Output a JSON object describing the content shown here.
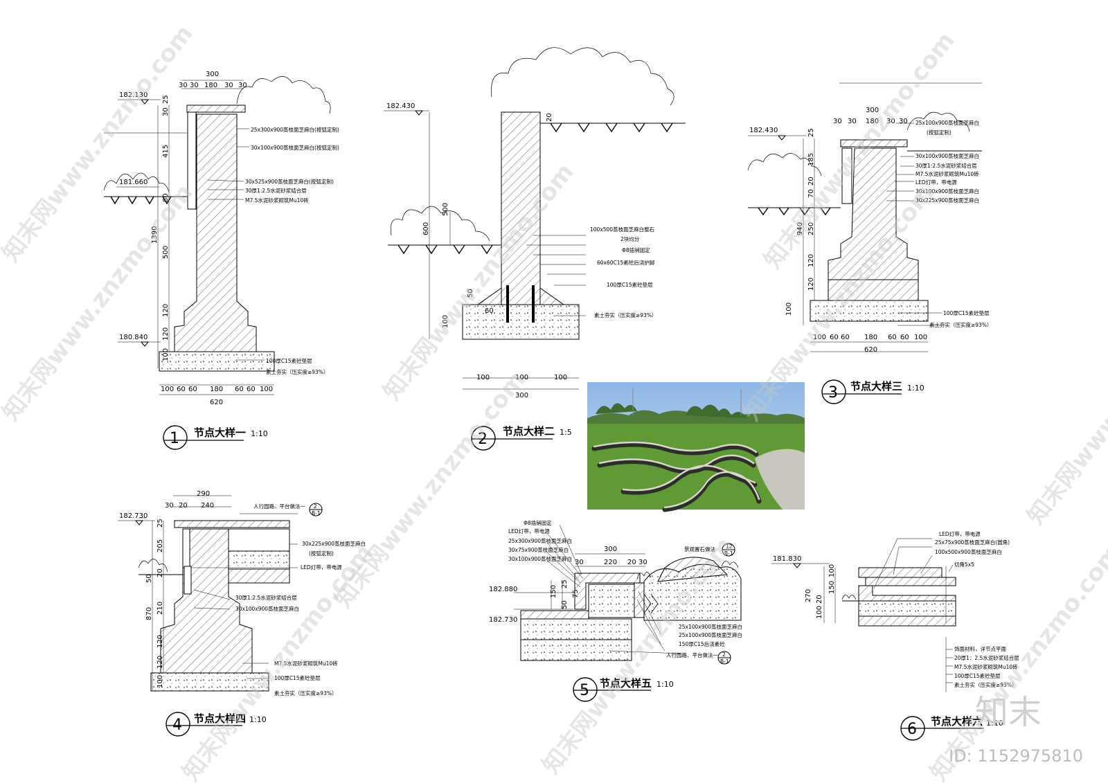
{
  "details": [
    {
      "number": "1",
      "title": "节点大样一",
      "scale": "1:10",
      "elevations": [
        "182.130",
        "181.660",
        "180.840"
      ],
      "dims_top": [
        "300",
        "30",
        "30",
        "180",
        "30",
        "30"
      ],
      "dims_vertical": [
        "25",
        "30",
        "415",
        "80",
        "1390",
        "500",
        "120",
        "120",
        "100"
      ],
      "dims_bottom": [
        "100",
        "60",
        "60",
        "180",
        "60",
        "60",
        "100",
        "620"
      ],
      "notes": [
        "25x300x900蒸枝面芝麻白(按弧定制)",
        "30x100x900蒸枝面芝麻白(按弧定制)",
        "30x525x900蒸枝面芝麻白(按弧定制)",
        "30厚1:2.5水泥砂浆结合层",
        "M7.5水泥砂浆砌筑Mu10砖",
        "100厚C15素砼垫层",
        "素土夯实（压实度≥93%）"
      ]
    },
    {
      "number": "2",
      "title": "节点大样二",
      "scale": "1:5",
      "elevations": [
        "182.430"
      ],
      "dims_vertical": [
        "20",
        "500",
        "600",
        "50",
        "100"
      ],
      "dims_inner": [
        "60"
      ],
      "dims_bottom": [
        "100",
        "100",
        "100",
        "300"
      ],
      "notes": [
        "100x500蒸枝面芝麻白整石",
        "2块均分",
        "Φ8插销固定",
        "60x60C15素砼后浇护脚",
        "100厚C15素砼垫层",
        "素土夯实（压实度≥93%）"
      ]
    },
    {
      "number": "3",
      "title": "节点大样三",
      "scale": "1:10",
      "elevations": [
        "182.430"
      ],
      "dims_top": [
        "300",
        "30",
        "30",
        "180",
        "30",
        "30"
      ],
      "dims_vertical": [
        "25",
        "185",
        "20",
        "70",
        "940",
        "250",
        "120",
        "120",
        "100"
      ],
      "dims_bottom": [
        "100",
        "60",
        "60",
        "180",
        "60",
        "60",
        "100",
        "620"
      ],
      "notes": [
        "25x100x900蒸枝面芝麻白",
        "(按弧定制)",
        "30x100x900蒸枝面芝麻白",
        "30厚1:2.5水泥砂浆结合层",
        "M7.5水泥砂浆砌筑Mu10砖",
        "LED灯带，带电源",
        "30x100x900蒸枝面芝麻白",
        "30x225x900蒸枝面芝麻白",
        "100厚C15素砼垫层",
        "素土夯实（压实度≥93%）"
      ]
    },
    {
      "number": "4",
      "title": "节点大样四",
      "scale": "1:10",
      "elevations": [
        "182.730"
      ],
      "dims_top": [
        "290",
        "30",
        "20",
        "240"
      ],
      "dims_vertical": [
        "25",
        "205",
        "20",
        "50",
        "870",
        "210",
        "120",
        "120",
        "100"
      ],
      "notes": [
        "人行园路、平台做法一",
        "30x225x900蒸枝面芝麻白",
        "(按弧定制)",
        "LED灯带，带电源",
        "30厚1:2.5水泥砂浆结合层",
        "30x100x900蒸枝面芝麻白",
        "M7.5水泥砂浆砌筑Mu10砖",
        "100厚C15素砼垫层",
        "素土夯实（压实度≥93%）"
      ],
      "ref": {
        "top": "2",
        "bottom": "B-1"
      }
    },
    {
      "number": "5",
      "title": "节点大样五",
      "scale": "1:10",
      "elevations": [
        "182.880",
        "182.730"
      ],
      "dims_top": [
        "300",
        "30",
        "220",
        "20",
        "30"
      ],
      "dims_vertical": [
        "150",
        "25",
        "75",
        "50"
      ],
      "notes": [
        "Φ8插销固定",
        "LED灯带，带电源",
        "25x300x900蒸枝面芝麻白",
        "30x75x900蒸枝面芝麻白",
        "30x100x900蒸枝面芝麻白",
        "景观置石做法",
        "25x100x900蒸枝面芝麻白",
        "25x100x900蒸枝面芝麻白",
        "150厚C15后浇素砼",
        "人行园路、平台做法一"
      ],
      "refs": [
        {
          "top": "12",
          "bottom": "B-1"
        },
        {
          "top": "2",
          "bottom": "B-1"
        }
      ]
    },
    {
      "number": "6",
      "title": "节点大样六",
      "scale": "1:10",
      "elevations": [
        "181.830"
      ],
      "dims_vertical": [
        "270",
        "20",
        "100",
        "150",
        "100"
      ],
      "notes": [
        "LED灯带，带电源",
        "25x75x900蒸枝面芝麻白(圆角)",
        "100x500x900蒸枝面芝麻白",
        "切角5x5",
        "饰面材料，详节点平面",
        "20厚1：2.5水泥砂浆结合层",
        "M7.5水泥砂浆砌筑Mu10砖",
        "100厚C15素砼垫层",
        "素土夯实（压实度≥93%）"
      ]
    }
  ],
  "watermark": {
    "text": "知末网www.znzmo.com",
    "logo": "知末",
    "id": "ID: 1152975810"
  },
  "photo": {
    "sky_color": "#a9c8ea",
    "grass_color": "#5f9a35",
    "concrete_color": "#c9c6be"
  }
}
